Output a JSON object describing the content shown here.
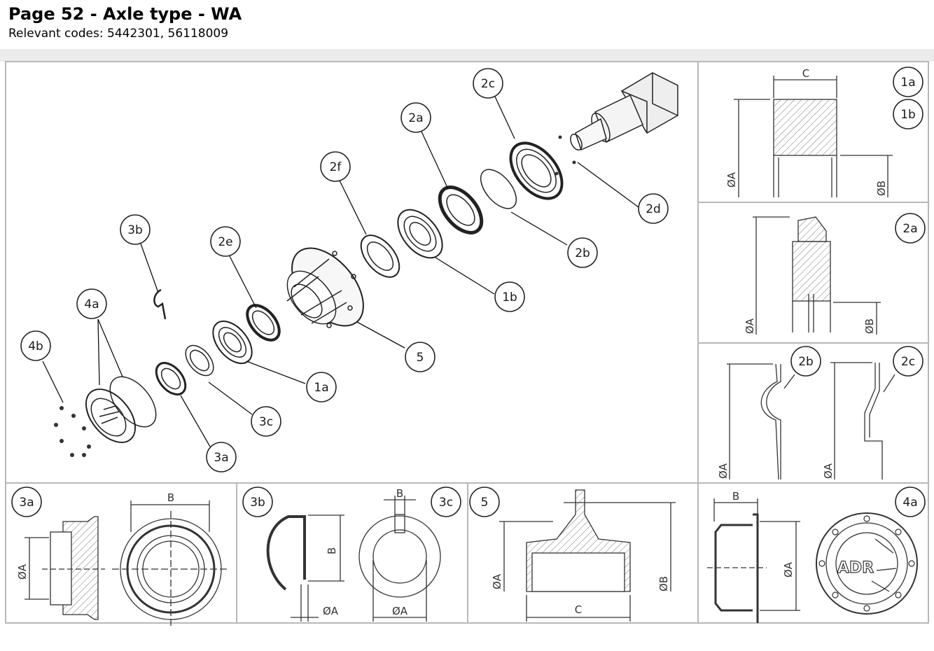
{
  "header": {
    "title": "Page 52 - Axle type - WA",
    "codes": "Relevant codes: 5442301, 56118009"
  },
  "callouts": [
    "2c",
    "2a",
    "2f",
    "3b",
    "2e",
    "4a",
    "4b",
    "2d",
    "2b",
    "1b",
    "5",
    "1a",
    "3c",
    "3a"
  ],
  "panels": {
    "p1": {
      "callouts": [
        "1a",
        "1b"
      ],
      "dims": [
        "C",
        "ØA",
        "ØB"
      ]
    },
    "p2": {
      "callouts": [
        "2a"
      ],
      "dims": [
        "ØA",
        "ØB"
      ]
    },
    "p3": {
      "callouts": [
        "2b",
        "2c"
      ],
      "dims": [
        "ØA",
        "ØA"
      ]
    },
    "p4": {
      "callout": "3a",
      "dims": [
        "B",
        "ØA"
      ]
    },
    "p5": {
      "callouts": [
        "3b",
        "3c"
      ],
      "dims": [
        "B",
        "B",
        "ØA",
        "ØA"
      ]
    },
    "p6": {
      "callout": "5",
      "dims": [
        "ØA",
        "ØB",
        "C"
      ]
    },
    "p7": {
      "callout": "4a",
      "dims": [
        "B",
        "ØA"
      ],
      "logo": "ADR"
    }
  }
}
